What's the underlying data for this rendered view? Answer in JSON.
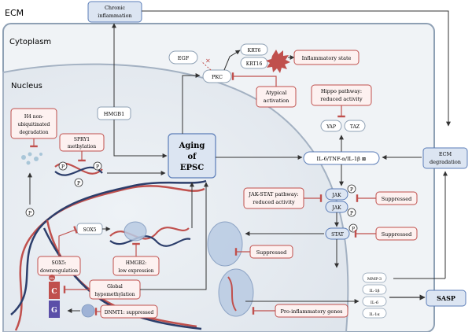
{
  "regions": {
    "ecm": "ECM",
    "cytoplasm": "Cytoplasm",
    "nucleus": "Nucleus"
  },
  "center": {
    "line1": "Aging",
    "line2": "of",
    "line3": "EPSC"
  },
  "top": {
    "chronic_line1": "Chronic",
    "chronic_line2": "inflammation",
    "hmgb1": "HMGB1",
    "egf": "EGF",
    "pkc": "PKC",
    "krt6": "KRT6",
    "krt16": "KRT16",
    "inflammatory_state": "Inflammatory state",
    "atypical_line1": "Atypical",
    "atypical_line2": "activation"
  },
  "right": {
    "hippo_line1": "Hippo pathway:",
    "hippo_line2": "reduced activity",
    "yap": "YAP",
    "taz": "TAZ",
    "il6": "IL-6/TNF-α/IL-1β ⊠",
    "jakstat_line1": "JAK-STAT pathway:",
    "jakstat_line2": "reduced activity",
    "jak1": "JAK",
    "jak2": "JAK",
    "stat": "STAT",
    "suppressed_jak": "Suppressed",
    "suppressed_stat": "Suppressed",
    "ecm_deg_line1": "ECM",
    "ecm_deg_line2": "degradation",
    "sasp": "SASP",
    "sasp_items": [
      "MMP-3",
      "IL-1β",
      "IL-6",
      "IL-1α"
    ]
  },
  "nucleus_items": {
    "h4_line1": "H4 non-",
    "h4_line2": "ubiquitinated",
    "h4_line3": "degradation",
    "spry1_line1": "SPRY1",
    "spry1_line2": "methylation",
    "sox5": "SOX5",
    "sox5_down_line1": "SOX5:",
    "sox5_down_line2": "downregulation",
    "hmgb2_line1": "HMGB2:",
    "hmgb2_line2": "low expression",
    "global_line1": "Global",
    "global_line2": "hypomethylation",
    "dnmt1": "DNMT1: suppressed",
    "suppressed_mid": "Suppressed",
    "pro_inflam": "Pro-inflammatory genes",
    "phospho": "P",
    "me": "Me",
    "base_c": "C",
    "base_g": "G"
  },
  "colors": {
    "box_border": "#c0504d",
    "box_fill": "#fdf1f0",
    "blue_fill": "#dce5f2",
    "blue_border": "#5b7db8",
    "inhibit": "#c0504d",
    "arrow": "#333333"
  }
}
